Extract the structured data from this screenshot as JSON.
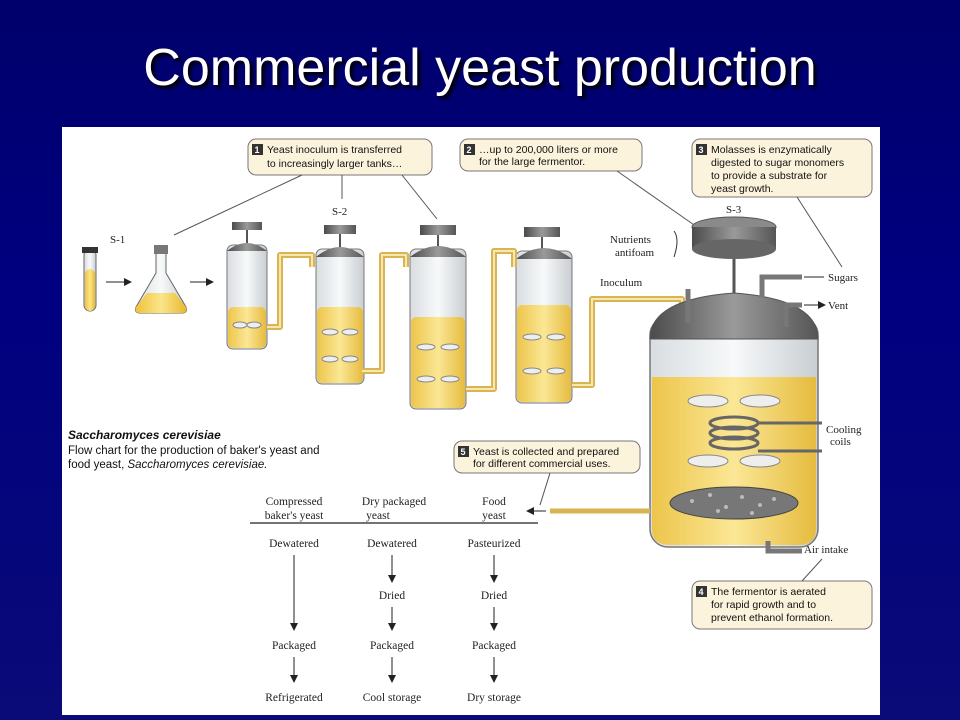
{
  "title": "Commercial yeast production",
  "stages": {
    "s1": "S-1",
    "s2": "S-2",
    "s3": "S-3"
  },
  "callouts": [
    {
      "num": "1",
      "line1": "Yeast inoculum is transferred",
      "line2": "to increasingly larger tanks…",
      "line3": ""
    },
    {
      "num": "2",
      "line1": "…up to 200,000 liters or more",
      "line2": "for the large fermentor.",
      "line3": ""
    },
    {
      "num": "3",
      "line1": "Molasses is enzymatically",
      "line2": "digested to sugar monomers",
      "line3": "to provide a substrate for",
      "line4": "yeast growth."
    },
    {
      "num": "4",
      "line1": "The fermentor is aerated",
      "line2": "for rapid growth and to",
      "line3": "prevent ethanol formation."
    },
    {
      "num": "5",
      "line1": "Yeast is collected and prepared",
      "line2": "for different commercial uses."
    }
  ],
  "labels": {
    "nutrients": "Nutrients",
    "antifoam": "antifoam",
    "inoculum": "Inoculum",
    "sugars": "Sugars",
    "vent": "Vent",
    "cooling": "Cooling",
    "coils": "coils",
    "air_intake": "Air intake"
  },
  "caption": {
    "heading": "Saccharomyces cerevisiae",
    "line1": "Flow chart for the production of baker's yeast and",
    "line2": "food yeast,",
    "line2_italic": "Saccharomyces cerevisiae."
  },
  "flow": {
    "columns": [
      {
        "header1": "Compressed",
        "header2": "baker's yeast",
        "steps": [
          "Dewatered",
          "",
          "Packaged",
          "Refrigerated"
        ]
      },
      {
        "header1": "Dry packaged",
        "header2": "yeast",
        "steps": [
          "Dewatered",
          "Dried",
          "Packaged",
          "Cool storage"
        ]
      },
      {
        "header1": "Food",
        "header2": "yeast",
        "steps": [
          "Pasteurized",
          "Dried",
          "Packaged",
          "Dry storage"
        ]
      }
    ]
  },
  "colors": {
    "background": "#000080",
    "title": "#ffffff",
    "liquid": "#f7d34a",
    "tube": "#e8c96a",
    "metal": "#6e6e6e",
    "callout_bg": "#fbf3dc"
  }
}
